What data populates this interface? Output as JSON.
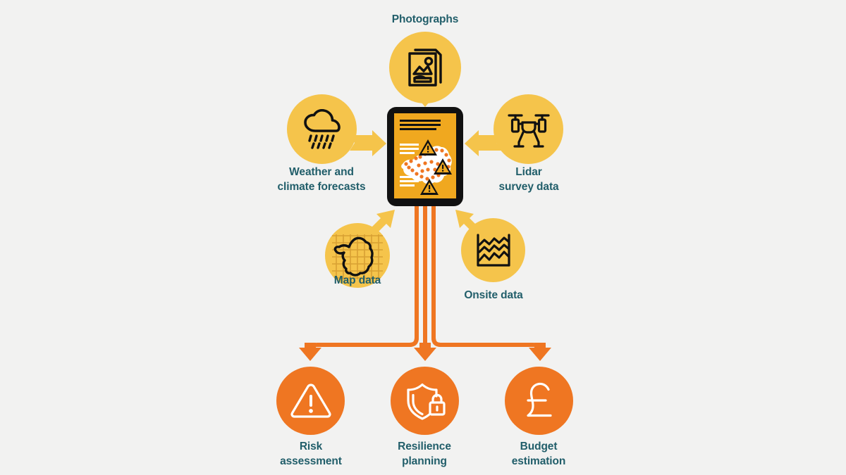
{
  "diagram": {
    "title": "Data inputs and outputs for infrastructure risk analysis",
    "colors": {
      "background": "#f2f2f1",
      "input_node": "#f5c44b",
      "output_node": "#ef7622",
      "arrow_input": "#f5c44b",
      "arrow_output": "#ef7622",
      "label_text": "#215e6a",
      "device_frame": "#111111",
      "device_screen": "#f0a81f",
      "map_shape": "#ffffff",
      "map_dots": "#ef7622"
    },
    "center": {
      "name": "analysis-device",
      "icon": "tablet-map-alerts-icon",
      "screen": {
        "header_bars": 3,
        "text_line_groups": 2,
        "warning_triangles": 3,
        "map": "dotted-region-map"
      }
    },
    "inputs": [
      {
        "id": "photographs",
        "label": "Photographs",
        "icon": "photo-document-icon",
        "icon_name": "photographs-icon"
      },
      {
        "id": "weather",
        "label": "Weather and\nclimate forecasts",
        "icon": "rain-cloud-icon",
        "icon_name": "weather-climate-icon"
      },
      {
        "id": "lidar",
        "label": "Lidar\nsurvey data",
        "icon": "drone-icon",
        "icon_name": "lidar-drone-icon"
      },
      {
        "id": "map",
        "label": "Map data",
        "icon": "grid-map-outline-icon",
        "icon_name": "map-data-icon"
      },
      {
        "id": "onsite",
        "label": "Onsite data",
        "icon": "line-chart-icon",
        "icon_name": "onsite-data-icon"
      }
    ],
    "outputs": [
      {
        "id": "risk",
        "label": "Risk\nassessment",
        "icon": "warning-triangle-icon",
        "icon_name": "risk-assessment-icon"
      },
      {
        "id": "resilience",
        "label": "Resilience\nplanning",
        "icon": "shield-lock-icon",
        "icon_name": "resilience-planning-icon"
      },
      {
        "id": "budget",
        "label": "Budget\nestimation",
        "icon": "pound-sterling-icon",
        "icon_name": "budget-estimation-icon"
      }
    ]
  }
}
